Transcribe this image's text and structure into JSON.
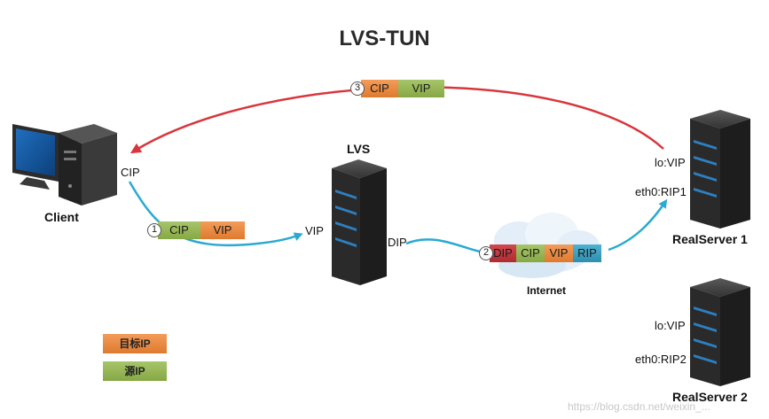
{
  "title": "LVS-TUN",
  "client": {
    "label": "Client",
    "ip_label": "CIP"
  },
  "lvs": {
    "label": "LVS",
    "vip_label": "VIP",
    "dip_label": "DIP"
  },
  "internet": {
    "label": "Internet"
  },
  "realserver1": {
    "label": "RealServer 1",
    "lo_label": "lo:VIP",
    "eth_label": "eth0:RIP1"
  },
  "realserver2": {
    "label": "RealServer 2",
    "lo_label": "lo:VIP",
    "eth_label": "eth0:RIP2"
  },
  "packet1": {
    "number": "1",
    "src": "CIP",
    "dst": "VIP"
  },
  "packet2": {
    "number": "2",
    "outer_src": "DIP",
    "src": "CIP",
    "dst": "VIP",
    "outer_dst": "RIP"
  },
  "packet3": {
    "number": "3",
    "src": "CIP",
    "dst": "VIP"
  },
  "legend": {
    "target": "目标IP",
    "source": "源IP"
  },
  "watermark": "https://blog.csdn.net/weixin_...",
  "colors": {
    "request_arrow": "#2aa9d2",
    "response_arrow": "#d9363c",
    "target_ip": "#e8863a",
    "source_ip": "#93b253",
    "outer_src": "#c03a40",
    "outer_dst": "#3ea0c2"
  }
}
